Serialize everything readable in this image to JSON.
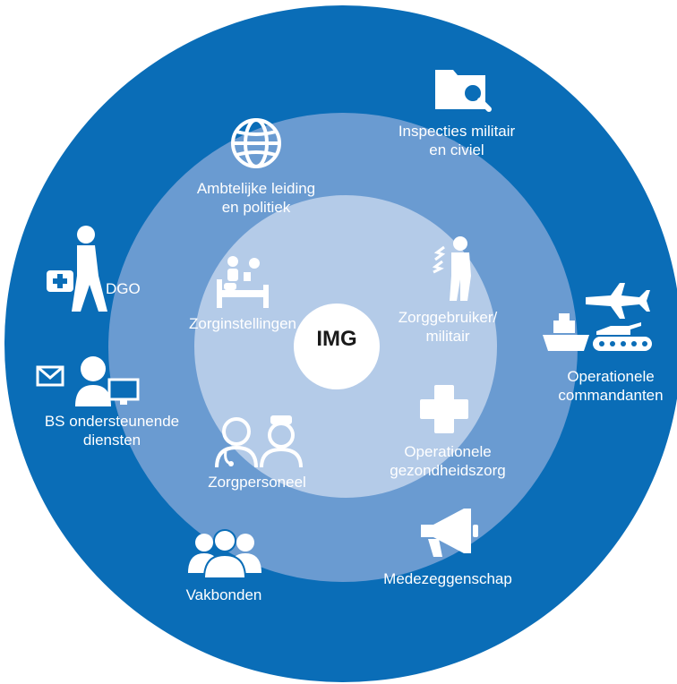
{
  "center": {
    "label": "IMG"
  },
  "colors": {
    "outer_ring": "#0a6db7",
    "middle_ring": "#6a9bd1",
    "inner_ring": "#b4cbe8",
    "center": "#ffffff",
    "text_on_ring": "#ffffff",
    "center_text": "#1a1a1a"
  },
  "outer_ring": [
    {
      "lines": [
        "Inspecties militair",
        "en civiel"
      ],
      "icon": "folder-search-icon"
    },
    {
      "lines": [
        "Operationele",
        "commandanten"
      ],
      "icon": "airplane-ship-tank-icon"
    },
    {
      "lines": [
        "Medezeggenschap"
      ],
      "icon": "megaphone-icon"
    },
    {
      "lines": [
        "Vakbonden"
      ],
      "icon": "group-icon"
    },
    {
      "lines": [
        "BS ondersteunende",
        "diensten"
      ],
      "icon": "mail-person-computer-icon"
    },
    {
      "lines": [
        "DGO"
      ],
      "icon": "medic-walking-icon"
    }
  ],
  "middle_ring": [
    {
      "lines": [
        "Ambtelijke leiding",
        "en politiek"
      ],
      "icon": "globe-icon"
    }
  ],
  "inner_ring": [
    {
      "lines": [
        "Zorginstellingen"
      ],
      "icon": "hospital-bed-icon"
    },
    {
      "lines": [
        "Zorggebruiker/",
        "militair"
      ],
      "icon": "injured-soldier-icon"
    },
    {
      "lines": [
        "Operationele",
        "gezondheidszorg"
      ],
      "icon": "medical-cross-icon"
    },
    {
      "lines": [
        "Zorgpersoneel"
      ],
      "icon": "doctor-nurse-icon"
    }
  ]
}
